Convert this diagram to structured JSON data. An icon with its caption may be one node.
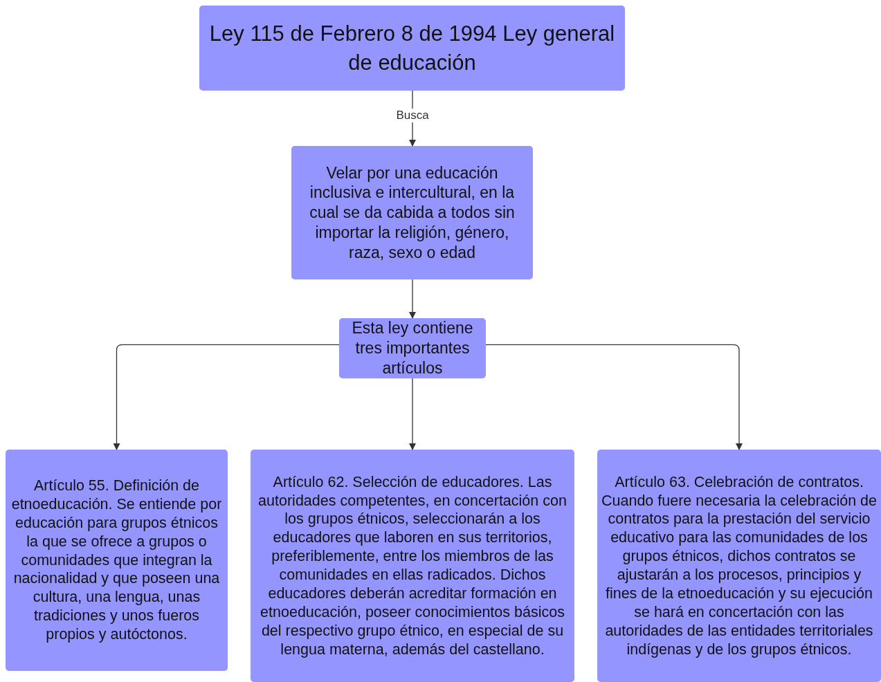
{
  "diagram": {
    "nodes": [
      {
        "text": [
          "Ley 115 de Febrero 8 de 1994 Ley general de educación"
        ]
      },
      {
        "text": [
          "Velar por una educación inclusiva e intercultural, en la cual se da cabida a todos sin importar la religión, género, raza, sexo o edad"
        ]
      },
      {
        "text": [
          "Esta ley contiene tres importantes artículos"
        ]
      },
      {
        "text": [
          "Artículo 55. Definición de etnoeducación. Se entiende por educación para grupos étnicos la que se ofrece a grupos o comunidades que integran la nacionalidad y que poseen una cultura, una lengua, unas tradiciones y unos fueros propios y autóctonos."
        ]
      },
      {
        "text": [
          "Artículo 62. Selección de educadores. Las autoridades competentes, en concertación con los grupos étnicos, seleccionarán a los educadores que laboren en sus territorios, preferiblemente, entre los miembros de las comunidades en ellas radicados. Dichos educadores deberán acreditar formación en etnoeducación, poseer conocimientos básicos del respectivo grupo étnico, en especial de su lengua materna, además del castellano."
        ]
      },
      {
        "text": [
          "Artículo 63. Celebración de contratos. Cuando fuere necesaria la celebración de contratos para la prestación del servicio educativo para las comunidades de los grupos étnicos, dichos contratos se ajustarán a los procesos, principios y fines de la etnoeducación y su ejecución se hará en concertación con las autoridades de las entidades territoriales indígenas y de los grupos étnicos."
        ]
      }
    ],
    "edges": [
      {
        "from": 0,
        "to": 1,
        "arrow": "to",
        "label": "Busca"
      },
      {
        "from": 1,
        "to": 2,
        "arrow": "to"
      },
      {
        "from": 2,
        "to": 3,
        "arrow": "to"
      },
      {
        "from": 2,
        "to": 4,
        "arrow": "to"
      },
      {
        "from": 2,
        "to": 5,
        "arrow": "to"
      }
    ]
  }
}
